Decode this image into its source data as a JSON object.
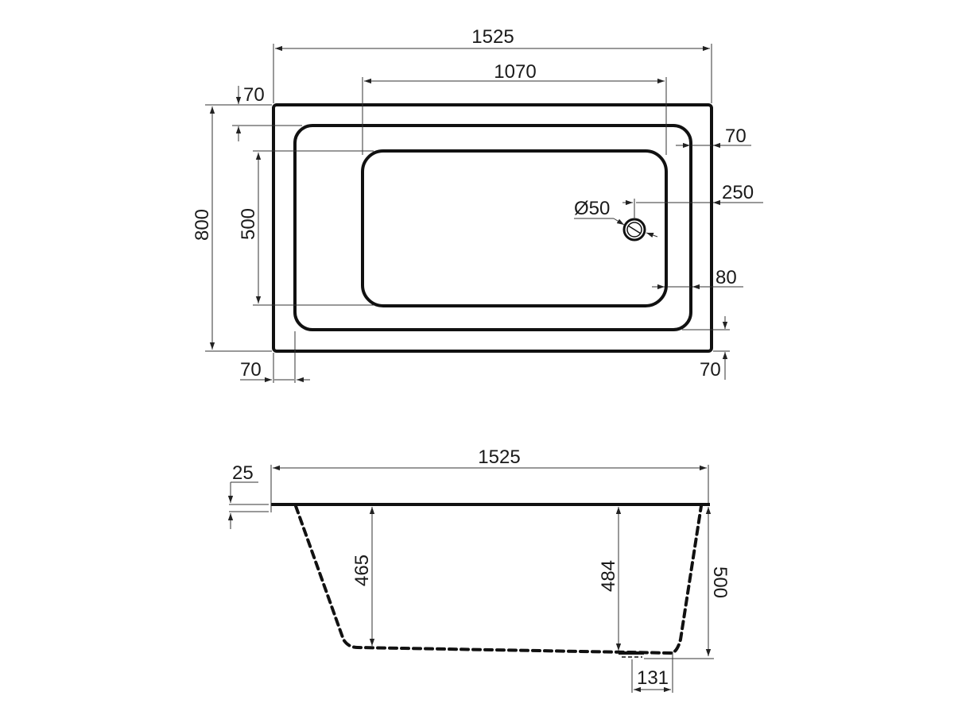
{
  "drawing": {
    "top_view": {
      "overall_length": "1525",
      "inner_length": "1070",
      "overall_width": "800",
      "inner_width": "500",
      "top_rim": "70",
      "right_rim": "70",
      "drain_offset_from_end": "250",
      "drain_diameter": "Ø50",
      "inner_end_offset": "80",
      "left_rim": "70",
      "bottom_rim": "70"
    },
    "side_view": {
      "overall_length": "1525",
      "rim_thickness": "25",
      "depth_left": "465",
      "depth_drain": "484",
      "overall_height": "500",
      "drain_width": "131"
    }
  },
  "colors": {
    "line": "#111111",
    "dimension": "#333333",
    "background": "#ffffff"
  }
}
